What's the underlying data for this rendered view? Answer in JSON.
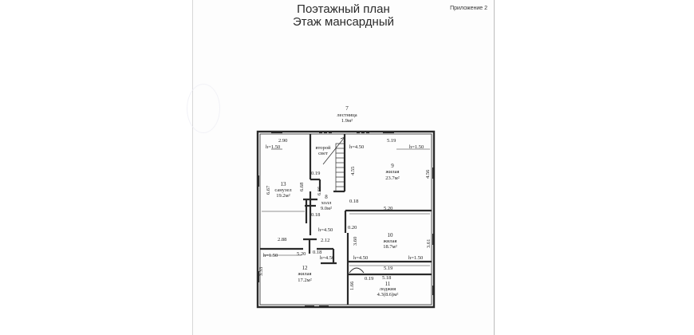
{
  "header": {
    "appendix": "Приложение 2",
    "title": "Поэтажный план",
    "subtitle": "Этаж мансардный"
  },
  "rooms": {
    "r7": {
      "num": "7",
      "name": "лестница",
      "area": "1.9м²"
    },
    "second_light": {
      "line1": "второй",
      "line2": "свет"
    },
    "r9": {
      "num": "9",
      "name": "жилая",
      "area": "23.7м²"
    },
    "r13": {
      "num": "13",
      "name": "санузел",
      "area": "19.2м²"
    },
    "r8": {
      "num": "8",
      "name": "холл",
      "area": "9.0м²"
    },
    "r10": {
      "num": "10",
      "name": "жилая",
      "area": "18.7м²"
    },
    "r12": {
      "num": "12",
      "name": "жилая",
      "area": "17.2м²"
    },
    "r11": {
      "num": "11",
      "name": "лоджия",
      "area": "4.3(8.6)м²"
    }
  },
  "dimensions": {
    "d1": "2.90",
    "d2": "h=1.50",
    "d3": "h=4.50",
    "d4": "5.19",
    "d5": "h=1.50",
    "d6": "6.67",
    "d7": "6.68",
    "d8": "6.66",
    "d9": "0.19",
    "d10": "4.55",
    "d11": "4.56",
    "d12": "0.18",
    "d13": "5.20",
    "d14": "0.18",
    "d15": "0.20",
    "d16": "h=4.50",
    "d17": "3.60",
    "d18": "2.88",
    "d19": "2.12",
    "d20": "0.18",
    "d21": "3.61",
    "d22": "h=1.50",
    "d23": "5.20",
    "d24": "h=4.50",
    "d25": "h=4.50",
    "d26": "h=1.50",
    "d27": "5.19",
    "d28": "3.33",
    "d29": "0.19",
    "d30": "5.18",
    "d31": "1.66"
  }
}
